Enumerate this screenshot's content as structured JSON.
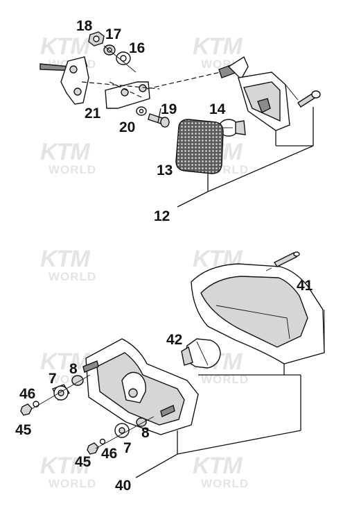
{
  "watermark": {
    "brand": "KTM",
    "world": "WORLD"
  },
  "callouts": {
    "n18": "18",
    "n17": "17",
    "n16": "16",
    "n21": "21",
    "n19": "19",
    "n20": "20",
    "n14": "14",
    "n13": "13",
    "n12": "12",
    "n41": "41",
    "n42": "42",
    "n7a": "7",
    "n8a": "8",
    "n46a": "46",
    "n45a": "45",
    "n8b": "8",
    "n7b": "7",
    "n46b": "46",
    "n45b": "45",
    "n40": "40"
  }
}
